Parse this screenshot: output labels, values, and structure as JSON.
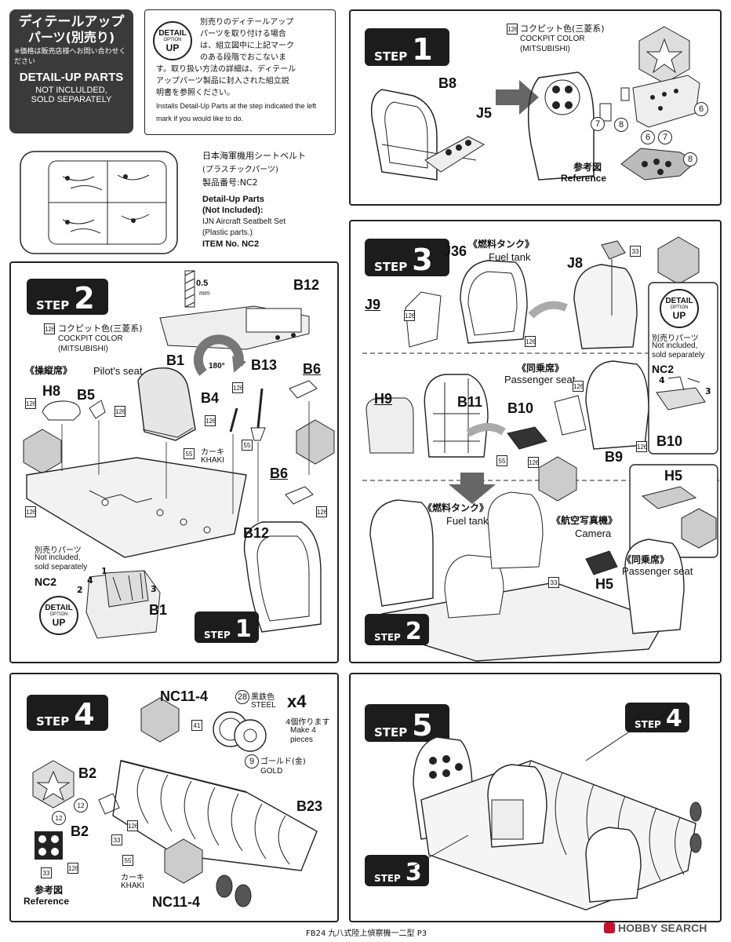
{
  "header": {
    "jp_title_1": "ディテールアップ",
    "jp_title_2": "パーツ(別売り)",
    "jp_price_note": "※価格は販売店様へお問い合わせください",
    "en_title": "DETAIL-UP PARTS",
    "en_sub_1": "NOT INCLULDED,",
    "en_sub_2": "SOLD SEPARATELY"
  },
  "detail_badge": {
    "line1": "DETAIL",
    "line2": "OPTION",
    "line3": "UP"
  },
  "option_note": {
    "jp_lines": [
      "別売りのディテールアップ",
      "パーツを取り付ける場合",
      "は、組立図中に上記マーク",
      "のある段階でおこないま",
      "す。取り扱い方法の詳細は、ディテール",
      "アップパーツ製品に封入された組立説",
      "明書を参照ください。"
    ],
    "en_line": "Installs Detail-Up Parts at the step indicated the left mark if you would like to do."
  },
  "seatbelt": {
    "jp_name": "日本海軍機用シートベルト",
    "jp_plastic": "(プラスチックパーツ)",
    "jp_item": "製品番号:NC2",
    "en_1": "Detail-Up Parts",
    "en_2": "(Not Included):",
    "en_3": "IJN Aircraft Seatbelt Set",
    "en_4": "(Plastic parts.)",
    "en_5": "ITEM No. NC2"
  },
  "common": {
    "step": "STEP",
    "cockpit_jp": "コクピット色(三菱系)",
    "cockpit_en_1": "COCKPIT COLOR",
    "cockpit_en_2": "(MITSUBISHI)",
    "reference_jp": "参考図",
    "reference_en": "Reference",
    "khaki_jp": "カーキ",
    "khaki_en": "KHAKI",
    "sold_jp": "別売りパーツ",
    "sold_en_1": "Not included,",
    "sold_en_2": "sold separately"
  },
  "step1": {
    "number": "1",
    "parts": [
      "B8",
      "J5"
    ],
    "paint": "126",
    "callouts": [
      "6",
      "7",
      "8",
      "6",
      "7",
      "8"
    ]
  },
  "step2": {
    "number": "2",
    "thickness": "0.5",
    "thickness_unit": "mm",
    "rotate": "180°",
    "pilot_seat_jp": "《操縦席》",
    "pilot_seat_en": "Pilot's seat",
    "parts": [
      "B12",
      "B1",
      "B13",
      "B6",
      "H8",
      "B5",
      "B4",
      "B6",
      "B12",
      "B1"
    ],
    "paints": [
      "126",
      "126",
      "126",
      "126",
      "126",
      "126",
      "55",
      "55",
      "126",
      "126"
    ],
    "nc_label": "NC2",
    "nc_nums": [
      "1",
      "2",
      "3",
      "4"
    ],
    "sub_step": "1"
  },
  "step3": {
    "number": "3",
    "fuel_jp": "《燃料タンク》",
    "fuel_en": "Fuel tank",
    "passenger_jp": "《同乗席》",
    "passenger_en": "Passenger seat",
    "camera_jp": "《航空写真機》",
    "camera_en": "Camera",
    "parts": [
      "J36",
      "J8",
      "J9",
      "H9",
      "B11",
      "B10",
      "B9",
      "H5",
      "H5",
      "B10"
    ],
    "paints": [
      "126",
      "126",
      "33",
      "126",
      "55",
      "126",
      "126",
      "33"
    ],
    "nc_label": "NC2",
    "nc_nums": [
      "4",
      "3"
    ],
    "sub_step": "2"
  },
  "step4": {
    "number": "4",
    "wheel_part": "NC11-4",
    "wheel_part_2": "NC11-4",
    "steel_num": "28",
    "steel_jp": "黒鉄色",
    "steel_en": "STEEL",
    "times": "x4",
    "make_jp": "4個作ります",
    "make_en_1": "Make 4",
    "make_en_2": "pieces",
    "gold_num": "9",
    "gold_jp": "ゴールド(金)",
    "gold_en": "GOLD",
    "num_41": "41",
    "parts": [
      "B2",
      "B23",
      "B2"
    ],
    "paints": [
      "12",
      "126",
      "33",
      "55",
      "12",
      "126",
      "33"
    ]
  },
  "step5": {
    "number": "5",
    "sub_steps": [
      "4",
      "3"
    ]
  },
  "footer": {
    "text": "FB24 九八式陸上偵察機一二型 P3",
    "watermark": "HOBBY SEARCH"
  }
}
